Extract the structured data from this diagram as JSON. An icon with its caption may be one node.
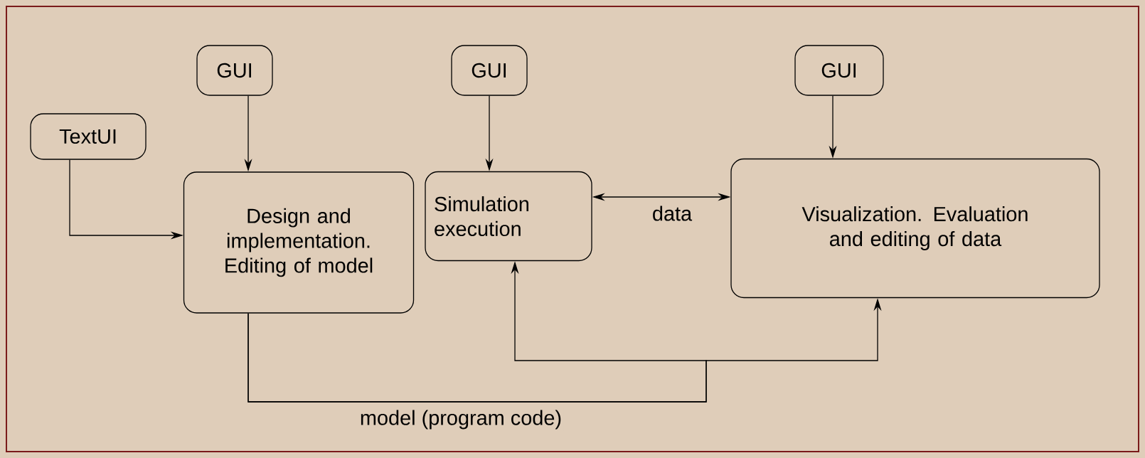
{
  "diagram": {
    "nodes": [
      {
        "text": [
          "GUI"
        ]
      },
      {
        "text": [
          "GUI"
        ]
      },
      {
        "text": [
          "GUI"
        ]
      },
      {
        "text": [
          "TextUI"
        ]
      },
      {
        "text": [
          "Design and implementation. Editing of model"
        ]
      },
      {
        "text": [
          "Simulation execution"
        ]
      },
      {
        "text": [
          "Visualization. Evaluation and editing of data"
        ]
      }
    ],
    "edges": [
      {
        "from": 0,
        "to": 4,
        "arrow": "to"
      },
      {
        "from": 1,
        "to": 5,
        "arrow": "to"
      },
      {
        "from": 2,
        "to": 6,
        "arrow": "to"
      },
      {
        "from": 3,
        "to": 4,
        "arrow": "to"
      },
      {
        "from": 5,
        "to": 6,
        "arrow": "both",
        "label": "data"
      },
      {
        "from": 4,
        "to": 5,
        "arrow": "to",
        "label": "model (program code)"
      },
      {
        "from": 4,
        "to": 6,
        "arrow": "to"
      }
    ]
  }
}
